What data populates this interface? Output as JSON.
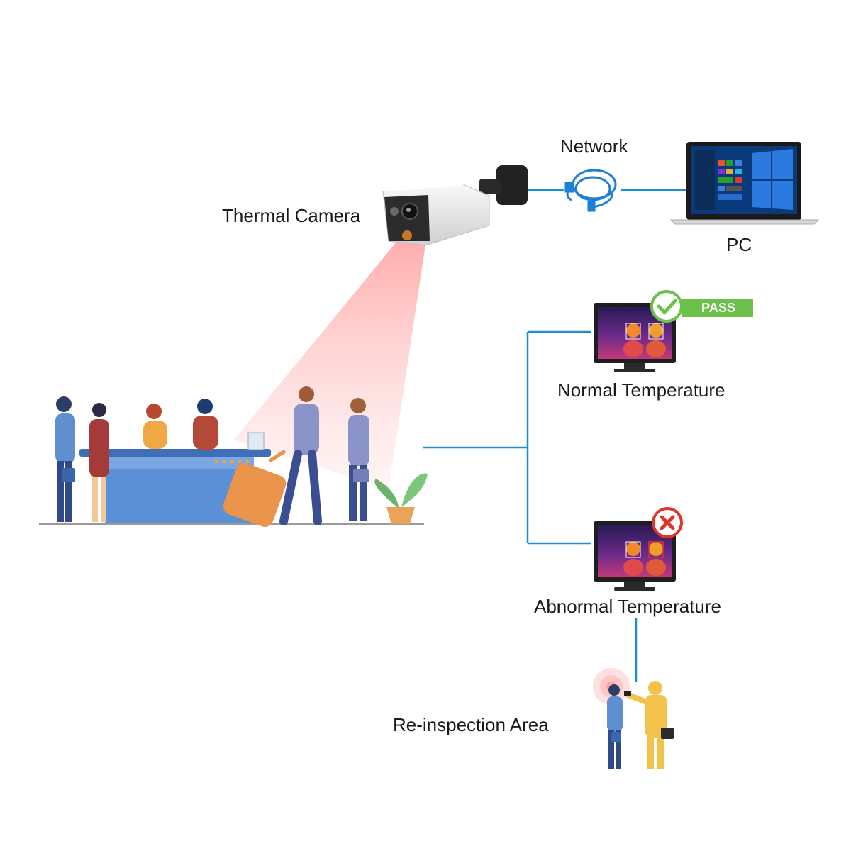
{
  "labels": {
    "thermal_camera": "Thermal Camera",
    "network": "Network",
    "pc": "PC",
    "normal_temperature": "Normal Temperature",
    "abnormal_temperature": "Abnormal Temperature",
    "reinspection_area": "Re-inspection Area"
  },
  "badges": {
    "pass": "PASS"
  },
  "colors": {
    "connector_line": "#1b8fd1",
    "pass_green": "#6cc14a",
    "fail_red": "#e0342c",
    "beam_pink": "#ffb9b9",
    "desk_blue": "#5b8fd6"
  },
  "icons": [
    "thermal-camera-icon",
    "network-cable-icon",
    "laptop-icon",
    "monitor-icon",
    "check-icon",
    "cross-icon",
    "people-queue-icon",
    "inspector-icon"
  ]
}
